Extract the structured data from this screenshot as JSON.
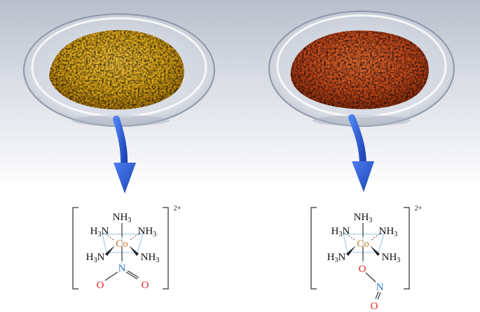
{
  "colors": {
    "yellow_powder": "#d9a416",
    "red_powder": "#c64a1c",
    "arrow": "#2f5fd4",
    "cobalt": "#c77b2a",
    "nitrogen_blue": "#2f78c8",
    "oxygen_red": "#e0272a",
    "bracket": "#555555"
  },
  "left_complex": {
    "charge": "2+",
    "center": "Co",
    "ligand_top": "NH3",
    "ligand_upper_left": "H3N",
    "ligand_upper_right": "NH3",
    "ligand_lower_left": "H3N",
    "ligand_lower_right": "NH3",
    "bottom_atom": "N",
    "oxygen_left": "O",
    "oxygen_right": "O"
  },
  "right_complex": {
    "charge": "2+",
    "center": "Co",
    "ligand_top": "NH3",
    "ligand_upper_left": "H3N",
    "ligand_upper_right": "NH3",
    "ligand_lower_left": "H3N",
    "ligand_lower_right": "NH3",
    "bottom_atom": "O",
    "nitrogen": "N",
    "oxygen_end": "O"
  }
}
